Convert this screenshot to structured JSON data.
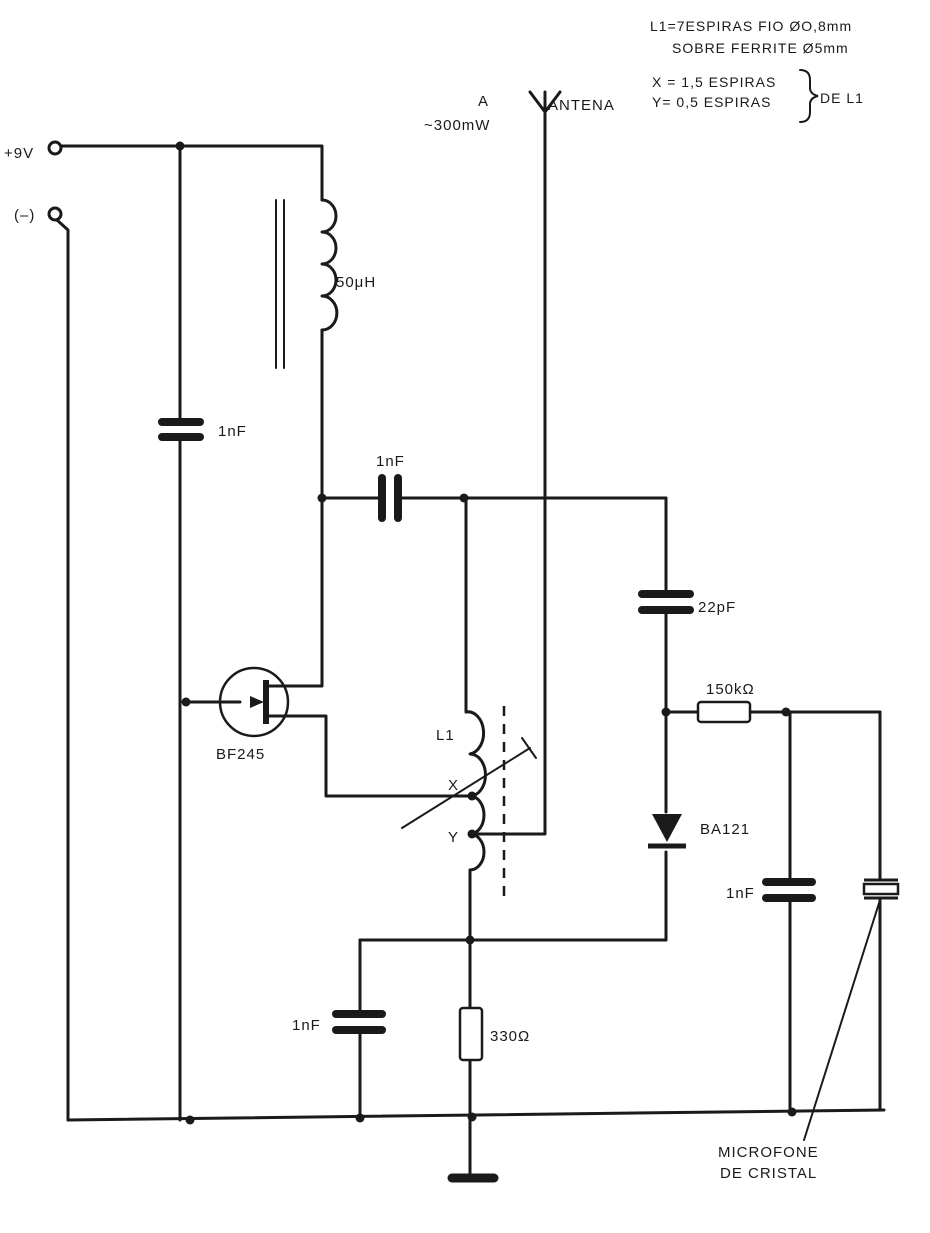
{
  "notes": {
    "l1_line1": "L1=7ESPIRAS FIO ØO,8mm",
    "l1_line2": "SOBRE FERRITE Ø5mm",
    "x_line": "X = 1,5 ESPIRAS",
    "y_line": "Y= 0,5 ESPIRAS",
    "de_l1": "DE L1"
  },
  "power": {
    "plus": "+9V",
    "minus": "(–)"
  },
  "antenna": {
    "label": "ANTENA",
    "power_a": "A",
    "power_value": "~300mW"
  },
  "components": {
    "choke": "50μH",
    "cap_supply": "1nF",
    "cap_coupling": "1nF",
    "cap_22p": "22pF",
    "resistor_150k": "150kΩ",
    "transistor": "BF245",
    "coil": "L1",
    "tap_x": "X",
    "tap_y": "Y",
    "diode": "BA121",
    "cap_diode": "1nF",
    "cap_source": "1nF",
    "resistor_330": "330Ω",
    "mic_line1": "MICROFONE",
    "mic_line2": "DE CRISTAL"
  }
}
